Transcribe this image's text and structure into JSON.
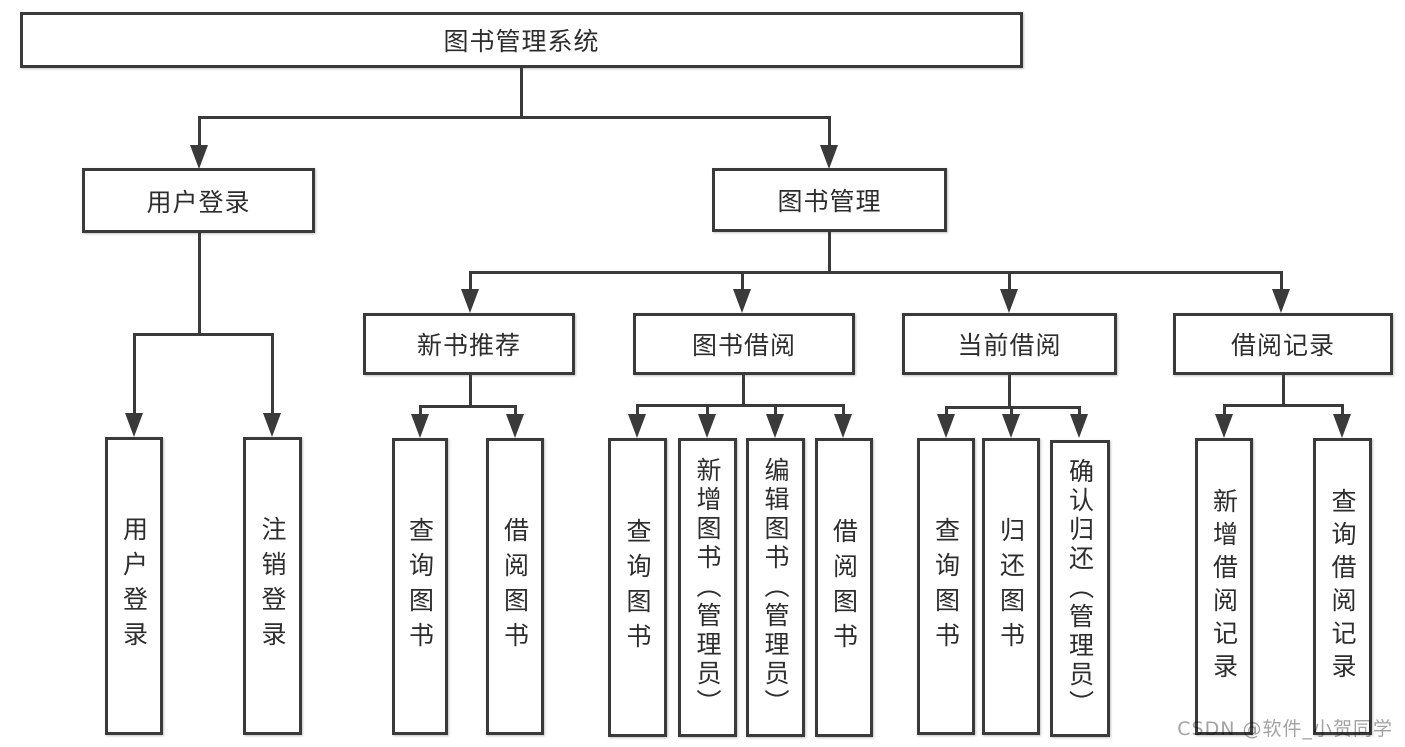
{
  "colors": {
    "line": "#3a3a3a",
    "text": "#2d2d2d",
    "watermark": "#a3a3a3",
    "background": "#ffffff"
  },
  "root": {
    "label": "图书管理系统"
  },
  "tree": {
    "user_login": {
      "label": "用户登录",
      "children": [
        {
          "label": "用户登录"
        },
        {
          "label": "注销登录"
        }
      ]
    },
    "book_management": {
      "label": "图书管理",
      "children": [
        {
          "label": "新书推荐",
          "children": [
            {
              "label": "查询图书"
            },
            {
              "label": "借阅图书"
            }
          ]
        },
        {
          "label": "图书借阅",
          "children": [
            {
              "label": "查询图书"
            },
            {
              "label": "新增图书（管理员）"
            },
            {
              "label": "编辑图书（管理员）"
            },
            {
              "label": "借阅图书"
            }
          ]
        },
        {
          "label": "当前借阅",
          "children": [
            {
              "label": "查询图书"
            },
            {
              "label": "归还图书"
            },
            {
              "label": "确认归还（管理员）"
            }
          ]
        },
        {
          "label": "借阅记录",
          "children": [
            {
              "label": "新增借阅记录"
            },
            {
              "label": "查询借阅记录"
            }
          ]
        }
      ]
    }
  },
  "watermark": {
    "text": "CSDN @软件_小贺同学"
  }
}
